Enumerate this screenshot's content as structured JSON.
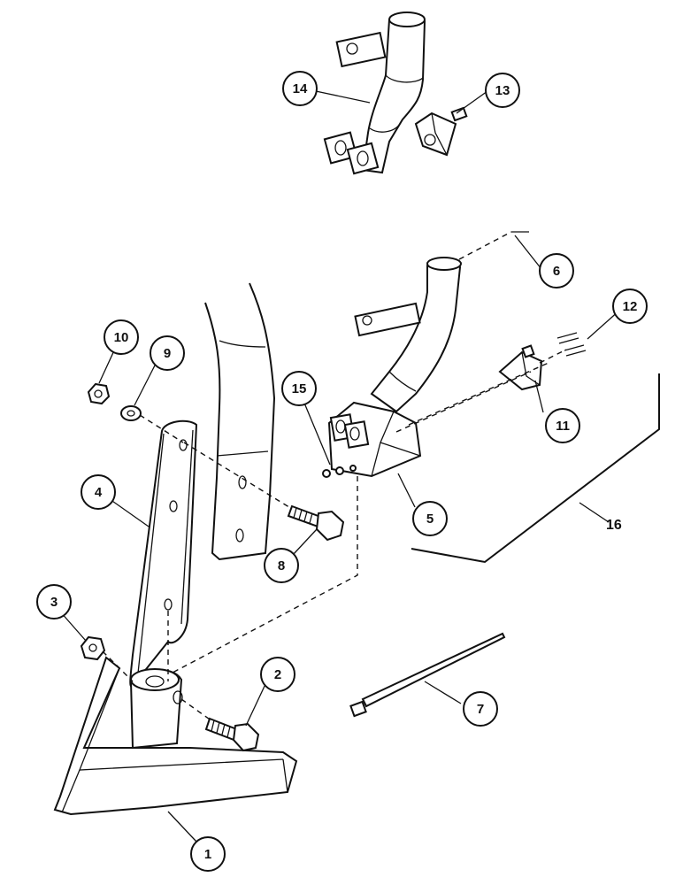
{
  "diagram": {
    "callouts": [
      {
        "id": "c1",
        "label": "1"
      },
      {
        "id": "c2",
        "label": "2"
      },
      {
        "id": "c3",
        "label": "3"
      },
      {
        "id": "c4",
        "label": "4"
      },
      {
        "id": "c5",
        "label": "5"
      },
      {
        "id": "c6",
        "label": "6"
      },
      {
        "id": "c7",
        "label": "7"
      },
      {
        "id": "c8",
        "label": "8"
      },
      {
        "id": "c9",
        "label": "9"
      },
      {
        "id": "c10",
        "label": "10"
      },
      {
        "id": "c11",
        "label": "11"
      },
      {
        "id": "c12",
        "label": "12"
      },
      {
        "id": "c13",
        "label": "13"
      },
      {
        "id": "c14",
        "label": "14"
      },
      {
        "id": "c15",
        "label": "15"
      }
    ],
    "group_label": "16"
  }
}
